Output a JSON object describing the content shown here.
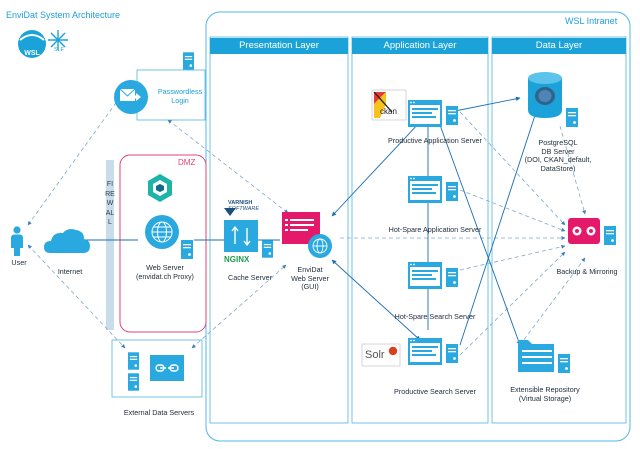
{
  "title": "EnviDat System Architecture",
  "logo": {
    "text": "WSL",
    "sub_text": "SLF"
  },
  "zones": {
    "intranet": "WSL Intranet",
    "dmz": "DMZ",
    "firewall": "FIREWALL"
  },
  "layers": {
    "presentation": "Presentation Layer",
    "application": "Application Layer",
    "data": "Data Layer"
  },
  "nodes": {
    "passwordless_login": {
      "line1": "Passwordless",
      "line2": "Login"
    },
    "user": "User",
    "internet": "Internet",
    "web_server": {
      "line1": "Web Server",
      "line2": "(envidat.ch Proxy)"
    },
    "cache_server": "Cache Server",
    "varnish": {
      "line1": "VARNISH",
      "line2": "SOFTWARE"
    },
    "nginx": "NGINX",
    "envidat_gui": {
      "line1": "EnviDat",
      "line2": "Web Server",
      "line3": "(GUI)"
    },
    "external_data": "External Data Servers",
    "productive_app": "Productive Application Server",
    "hotspare_app": "Hot-Spare Application Server",
    "hotspare_search": "Hot-Spare Search Server",
    "productive_search": "Productive Search Server",
    "ckan": "ckan",
    "solr": "Solr",
    "postgres": {
      "line1": "PostgreSQL",
      "line2": "DB Server",
      "line3": "(DOI, CKAN_default,",
      "line4": "DataStore)"
    },
    "backup": "Backup & Mirroring",
    "repository": {
      "line1": "Extensible Repository",
      "line2": "(Virtual Storage)"
    }
  },
  "colors": {
    "accent": "#1ba3d9",
    "icon": "#29a9e0",
    "dmz": "#e0457b",
    "gui": "#e5196a",
    "dash": "#7fa9c9",
    "link": "#4a6fb0"
  }
}
